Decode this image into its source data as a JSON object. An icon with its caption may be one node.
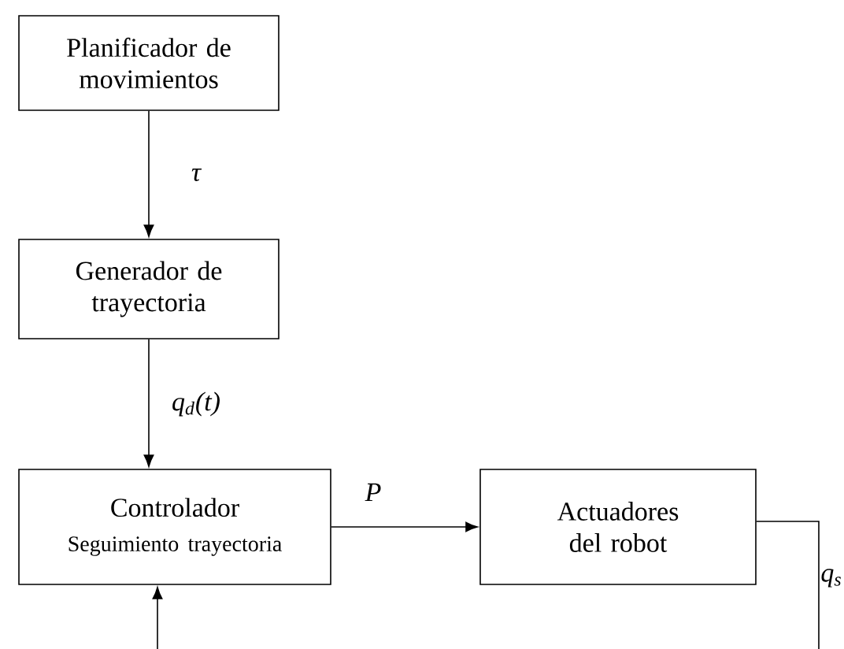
{
  "diagram": {
    "nodes": [
      {
        "text": [
          "Planificador de movimientos"
        ]
      },
      {
        "text": [
          "Generador de trayectoria"
        ]
      },
      {
        "text": [
          "Controlador",
          "Seguimiento trayectoria"
        ]
      },
      {
        "text": [
          "Actuadores del robot"
        ]
      }
    ],
    "edges": [
      {
        "from": 0,
        "to": 1,
        "arrow": "to",
        "label": "τ"
      },
      {
        "from": 1,
        "to": 2,
        "arrow": "to",
        "label": "q$_{d}$(t)"
      },
      {
        "from": 2,
        "to": 3,
        "arrow": "to",
        "label": "P"
      },
      {
        "from": 3,
        "to": null,
        "arrow": "none",
        "label": "q$_{s}$"
      },
      {
        "from": null,
        "to": 2,
        "arrow": "to"
      }
    ]
  }
}
